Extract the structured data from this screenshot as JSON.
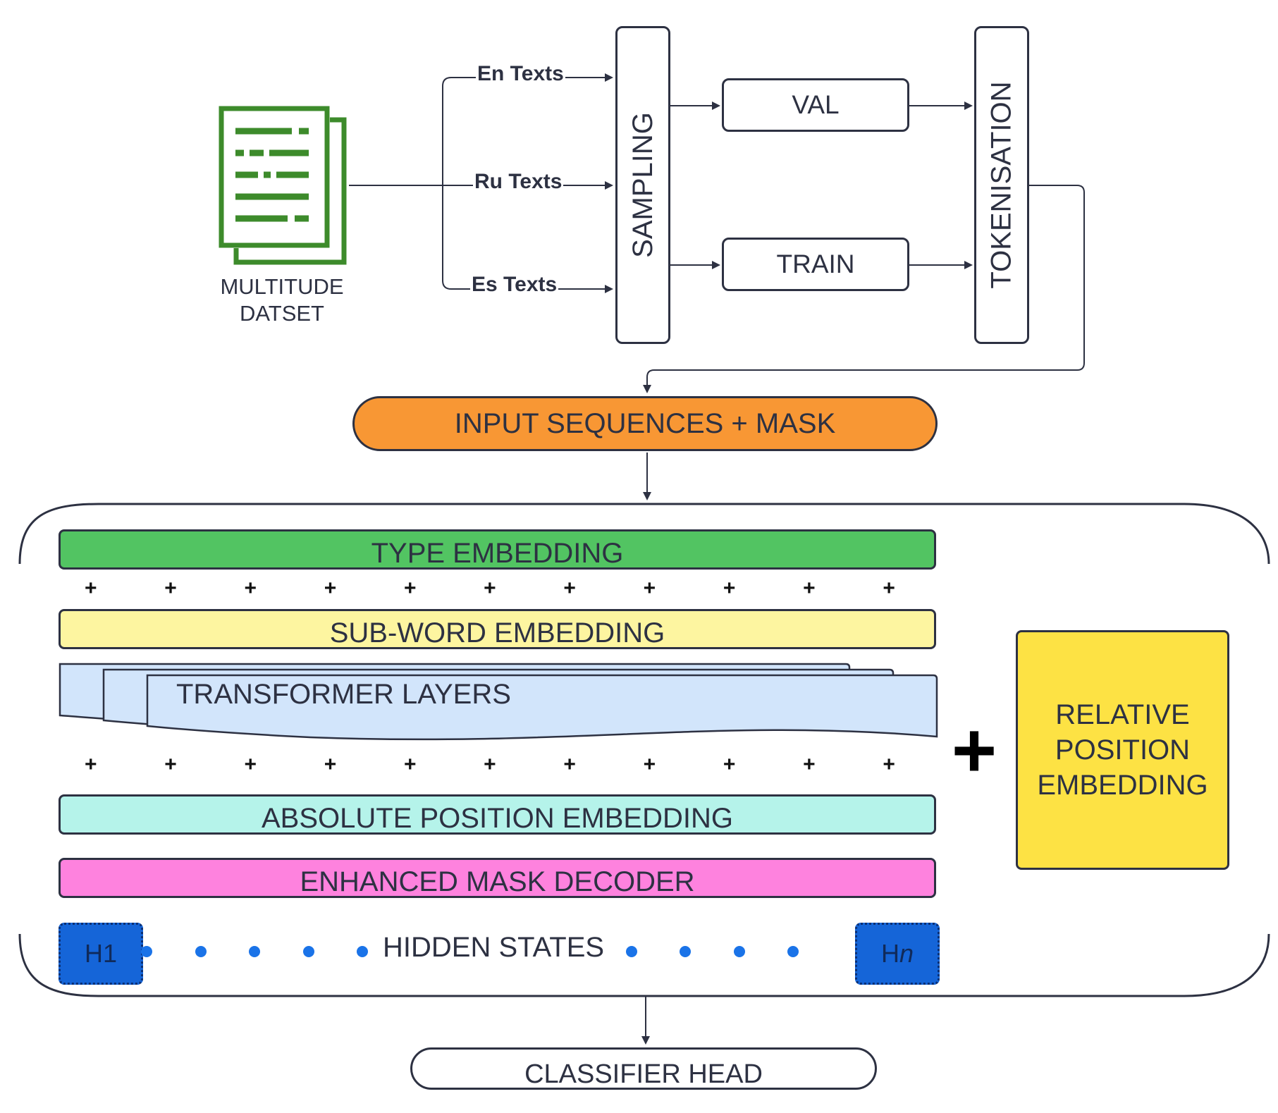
{
  "dataset": {
    "title_line1": "MULTITUDE",
    "title_line2": "DATSET"
  },
  "languages": {
    "en": "En Texts",
    "ru": "Ru Texts",
    "es": "Es Texts"
  },
  "sampling": "SAMPLING",
  "splits": {
    "val": "VAL",
    "train": "TRAIN"
  },
  "tokenisation": "TOKENISATION",
  "input": "INPUT SEQUENCES + MASK",
  "model": {
    "type_embedding": "TYPE EMBEDDING",
    "subword_embedding": "SUB-WORD EMBEDDING",
    "transformer_layers": "TRANSFORMER LAYERS",
    "absolute_position": "ABSOLUTE POSITION EMBEDDING",
    "enhanced_mask_decoder": "ENHANCED MASK DECODER",
    "hidden_states": "HIDDEN STATES",
    "h_first": "H1",
    "h_last_prefix": "H",
    "h_last_suffix": "n",
    "plus": "+",
    "big_plus": "+",
    "relative_line1": "RELATIVE",
    "relative_line2": "POSITION",
    "relative_line3": "EMBEDDING"
  },
  "classifier": "CLASSIFIER HEAD",
  "colors": {
    "dataset_icon": "#3d8b2b",
    "input": "#f89734",
    "type_embedding": "#52c462",
    "subword_embedding": "#fdf5a0",
    "transformer": "#d2e5fb",
    "absolute_position": "#b5f3ea",
    "enhanced_mask": "#fe82de",
    "relative_position": "#fde244",
    "hidden_state": "#1565d8",
    "stroke": "#2d3142"
  }
}
